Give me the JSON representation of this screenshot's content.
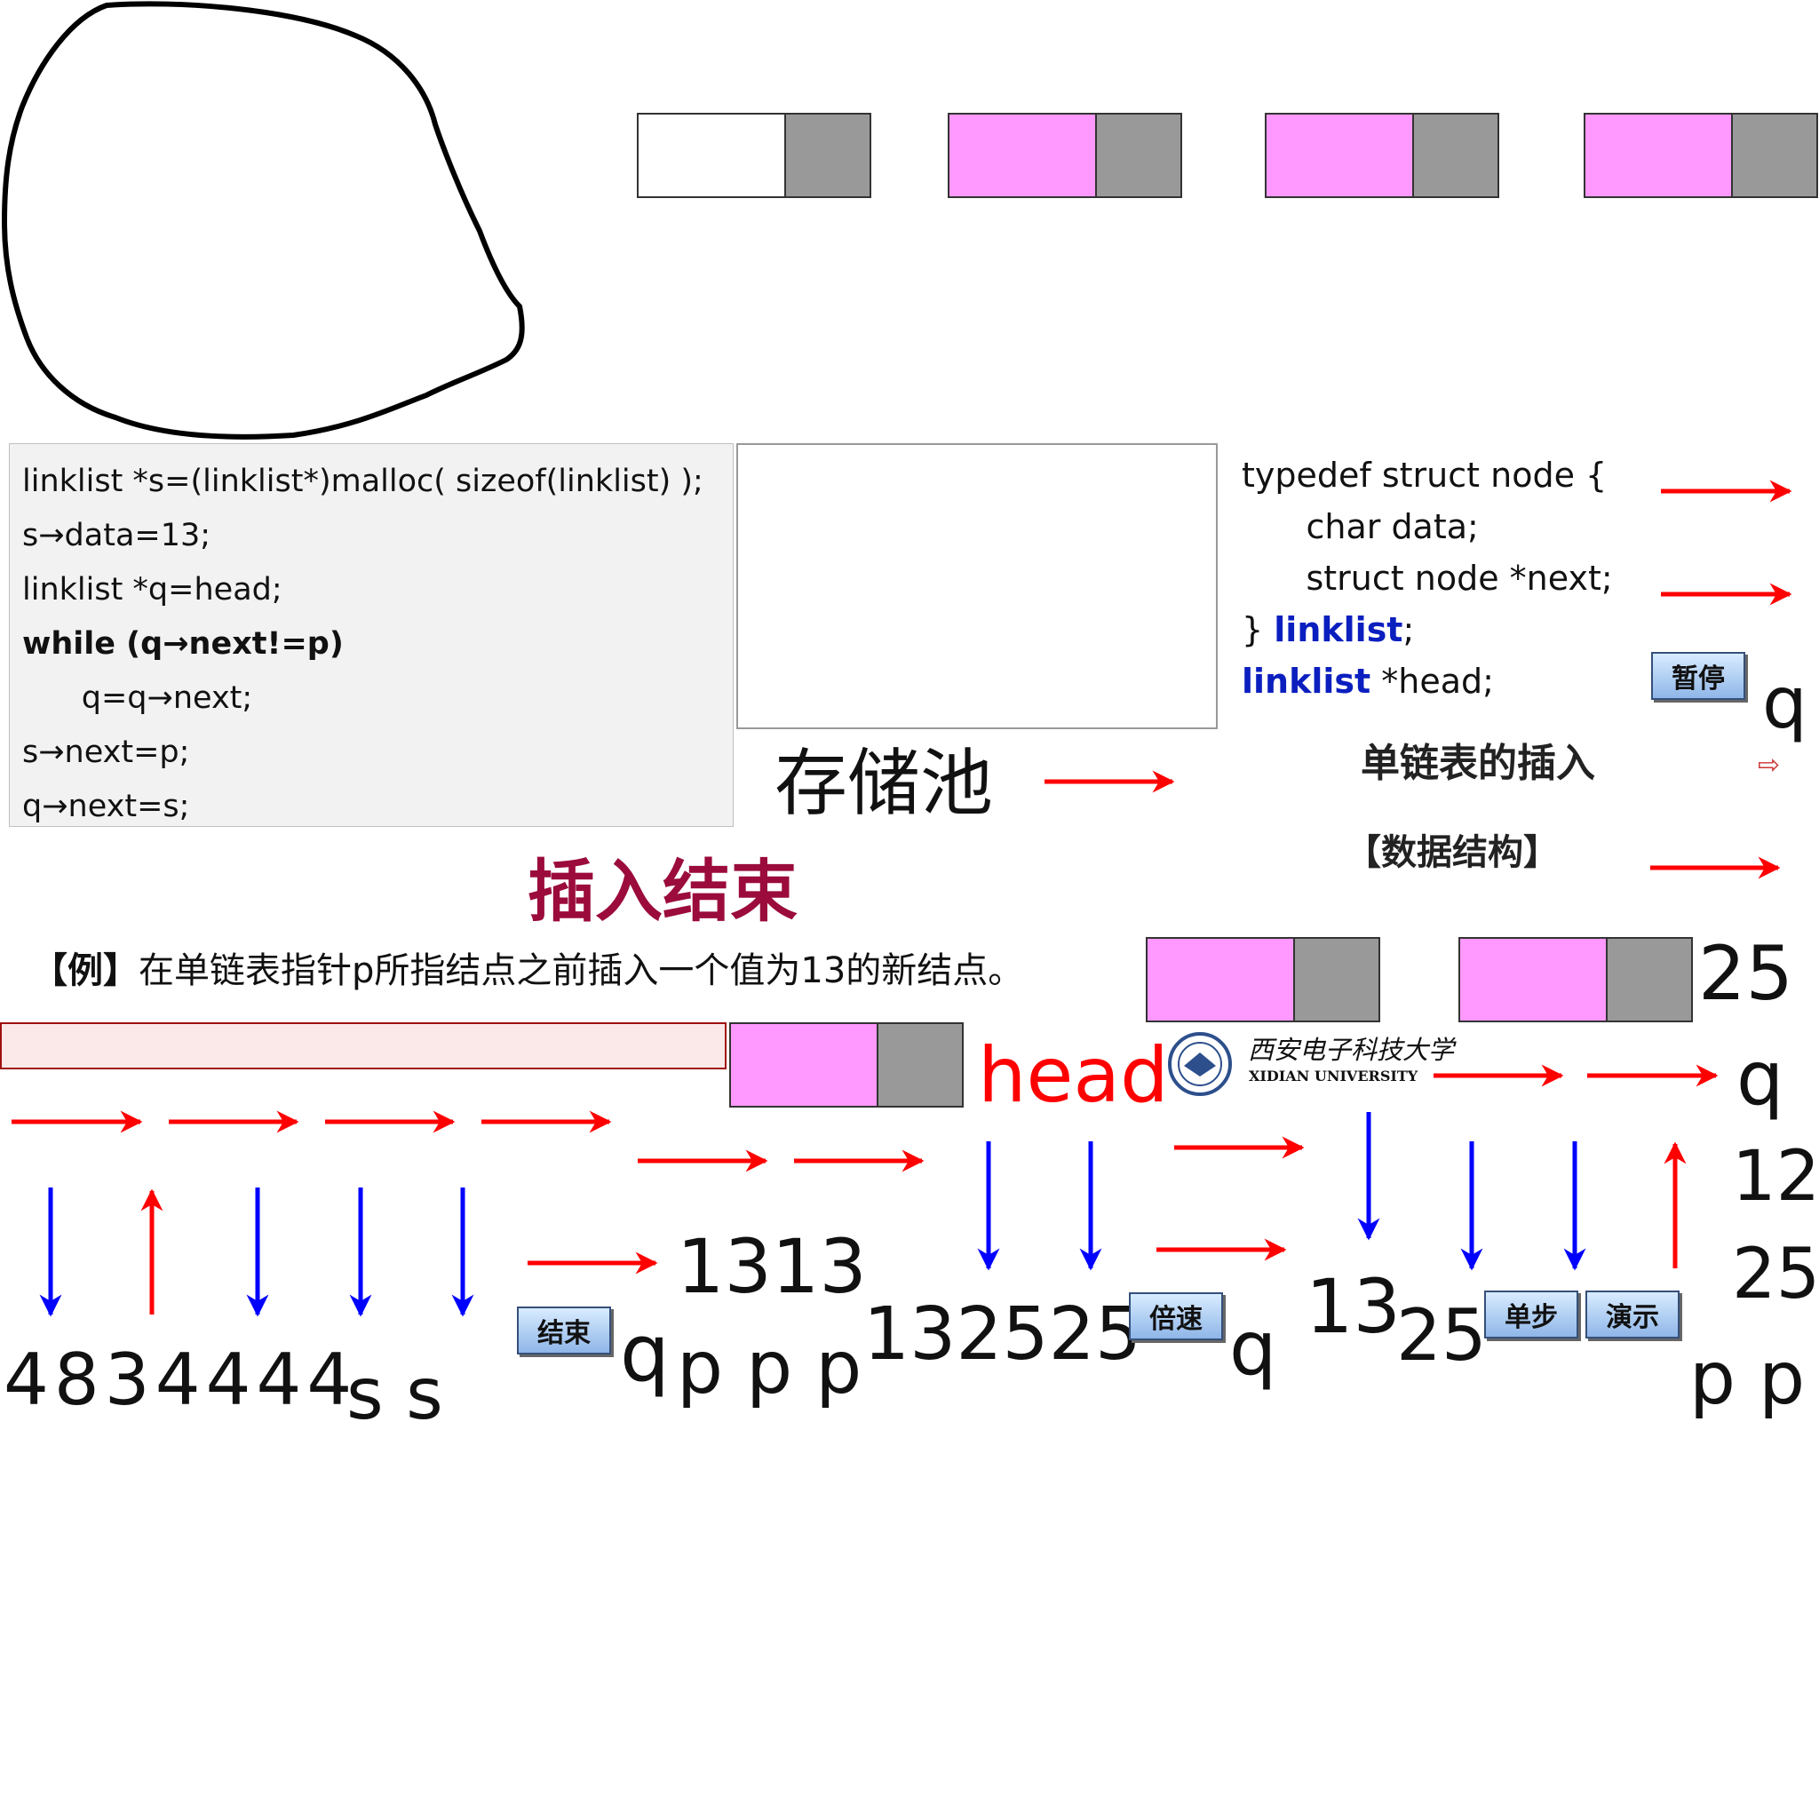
{
  "code_lines": [
    "linklist *s=(linklist*)malloc( sizeof(linklist) );",
    "s→data=13;",
    "linklist *q=head;",
    "while (q→next!=p)",
    "      q=q→next;",
    "s→next=p;",
    "q→next=s;"
  ],
  "typedef": {
    "line1": "typedef struct node {",
    "line2": "      char data;",
    "line3": "      struct node *next;",
    "line4_pre": "} ",
    "line4_kw": "linklist",
    "line4_post": ";",
    "line5_kw": "linklist",
    "line5_post": " *head;"
  },
  "pool_label": "存储池",
  "end_title": "插入结束",
  "slide_title": "单链表的插入",
  "course_tag": "【数据结构】",
  "example": {
    "prefix": "【例】",
    "text": "在单链表指针p所指结点之前插入一个值为13的新结点。"
  },
  "head_label": "head",
  "university": {
    "cn": "西安电子科技大学",
    "en": "XIDIAN UNIVERSITY"
  },
  "buttons": {
    "pause": "暂停",
    "end": "结束",
    "speed": "倍速",
    "step": "单步",
    "demo": "演示"
  },
  "labels": {
    "bottom_digits": "4834444",
    "bottom_s": "s s",
    "qppp_q": "q",
    "qppp_p": "p p p",
    "n1313": "1313",
    "n132525": "132525",
    "q_mid": "q",
    "n13": "13",
    "n25_mid": "25",
    "q_top_right": "q",
    "n25_top": "25",
    "q_right": "q",
    "n12": "12",
    "n25_right": "25",
    "pp": "p p"
  },
  "colors": {
    "node_data": "#ff99ff",
    "node_next": "#999999",
    "arrow_red": "#ff0000",
    "arrow_blue": "#0000ff",
    "title_red": "#9b0b3c",
    "head_red": "#ff0000",
    "keyword_blue": "#0b1fbf"
  }
}
